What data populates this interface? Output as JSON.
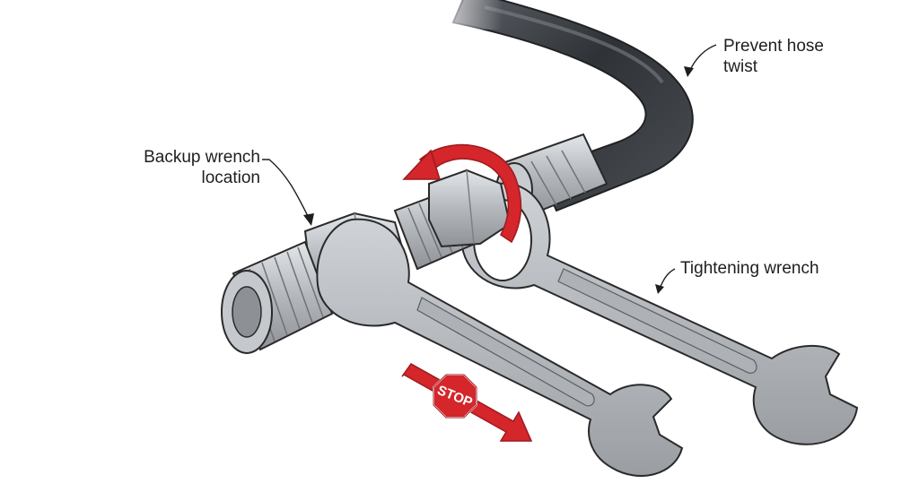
{
  "callouts": {
    "backup_wrench": {
      "line1": "Backup wrench",
      "line2": "location"
    },
    "prevent_twist": {
      "line1": "Prevent hose",
      "line2": "twist"
    },
    "tightening_wrench": {
      "line1": "Tightening wrench"
    }
  },
  "stop_sign": {
    "text": "STOP"
  },
  "colors": {
    "arrow_red": "#d4262b",
    "steel": "#b9bdc2",
    "hose": "#3a3d42",
    "outline": "#2a2a2a"
  }
}
